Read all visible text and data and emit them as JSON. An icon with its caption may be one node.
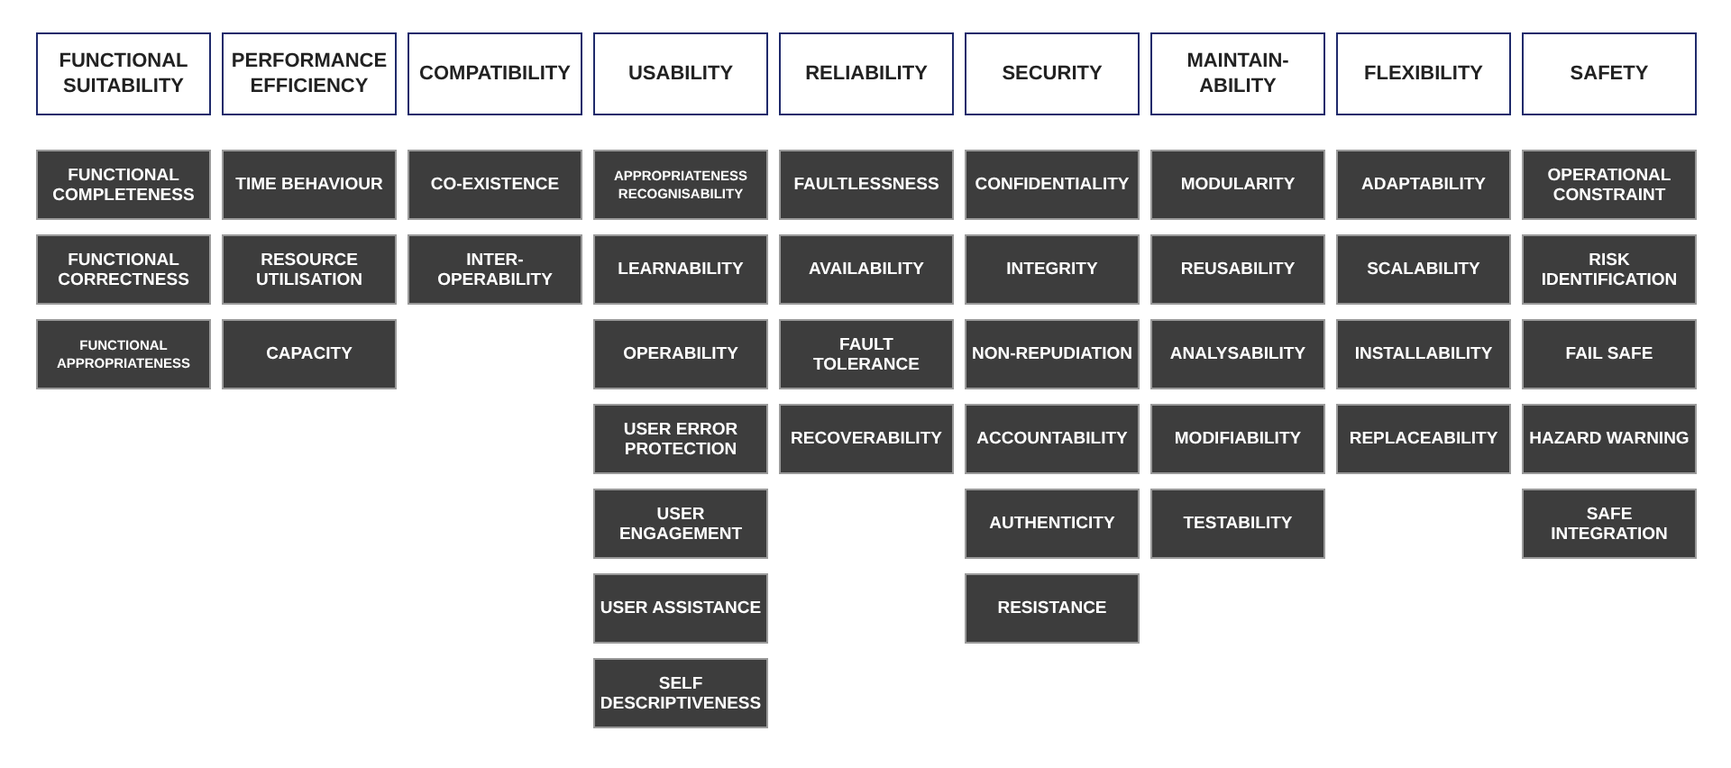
{
  "diagram": {
    "nodes": [
      {
        "text": [
          "FUNCTIONAL SUITABILITY"
        ]
      },
      {
        "text": [
          "FUNCTIONAL COMPLETENESS"
        ]
      },
      {
        "text": [
          "FUNCTIONAL CORRECTNESS"
        ]
      },
      {
        "text": [
          "FUNCTIONAL APPROPRIATENESS"
        ]
      },
      {
        "text": [
          "PERFORMANCE EFFICIENCY"
        ]
      },
      {
        "text": [
          "TIME BEHAVIOUR"
        ]
      },
      {
        "text": [
          "RESOURCE UTILISATION"
        ]
      },
      {
        "text": [
          "CAPACITY"
        ]
      },
      {
        "text": [
          "COMPATIBILITY"
        ]
      },
      {
        "text": [
          "CO-EXISTENCE"
        ]
      },
      {
        "text": [
          "INTER-OPERABILITY"
        ]
      },
      {
        "text": [
          "USABILITY"
        ]
      },
      {
        "text": [
          "APPROPRIATENESS RECOGNISABILITY"
        ]
      },
      {
        "text": [
          "LEARNABILITY"
        ]
      },
      {
        "text": [
          "OPERABILITY"
        ]
      },
      {
        "text": [
          "USER ERROR PROTECTION"
        ]
      },
      {
        "text": [
          "USER ENGAGEMENT"
        ]
      },
      {
        "text": [
          "USER ASSISTANCE"
        ]
      },
      {
        "text": [
          "SELF DESCRIPTIVENESS"
        ]
      },
      {
        "text": [
          "RELIABILITY"
        ]
      },
      {
        "text": [
          "FAULTLESSNESS"
        ]
      },
      {
        "text": [
          "AVAILABILITY"
        ]
      },
      {
        "text": [
          "FAULT TOLERANCE"
        ]
      },
      {
        "text": [
          "RECOVERABILITY"
        ]
      },
      {
        "text": [
          "SECURITY"
        ]
      },
      {
        "text": [
          "CONFIDENTIALITY"
        ]
      },
      {
        "text": [
          "INTEGRITY"
        ]
      },
      {
        "text": [
          "NON-REPUDIATION"
        ]
      },
      {
        "text": [
          "ACCOUNTABILITY"
        ]
      },
      {
        "text": [
          "AUTHENTICITY"
        ]
      },
      {
        "text": [
          "RESISTANCE"
        ]
      },
      {
        "text": [
          "MAINTAIN-ABILITY"
        ]
      },
      {
        "text": [
          "MODULARITY"
        ]
      },
      {
        "text": [
          "REUSABILITY"
        ]
      },
      {
        "text": [
          "ANALYSABILITY"
        ]
      },
      {
        "text": [
          "MODIFIABILITY"
        ]
      },
      {
        "text": [
          "TESTABILITY"
        ]
      },
      {
        "text": [
          "FLEXIBILITY"
        ]
      },
      {
        "text": [
          "ADAPTABILITY"
        ]
      },
      {
        "text": [
          "SCALABILITY"
        ]
      },
      {
        "text": [
          "INSTALLABILITY"
        ]
      },
      {
        "text": [
          "REPLACEABILITY"
        ]
      },
      {
        "text": [
          "SAFETY"
        ]
      },
      {
        "text": [
          "OPERATIONAL CONSTRAINT"
        ]
      },
      {
        "text": [
          "RISK IDENTIFICATION"
        ]
      },
      {
        "text": [
          "FAIL SAFE"
        ]
      },
      {
        "text": [
          "HAZARD WARNING"
        ]
      },
      {
        "text": [
          "SAFE INTEGRATION"
        ]
      }
    ]
  }
}
